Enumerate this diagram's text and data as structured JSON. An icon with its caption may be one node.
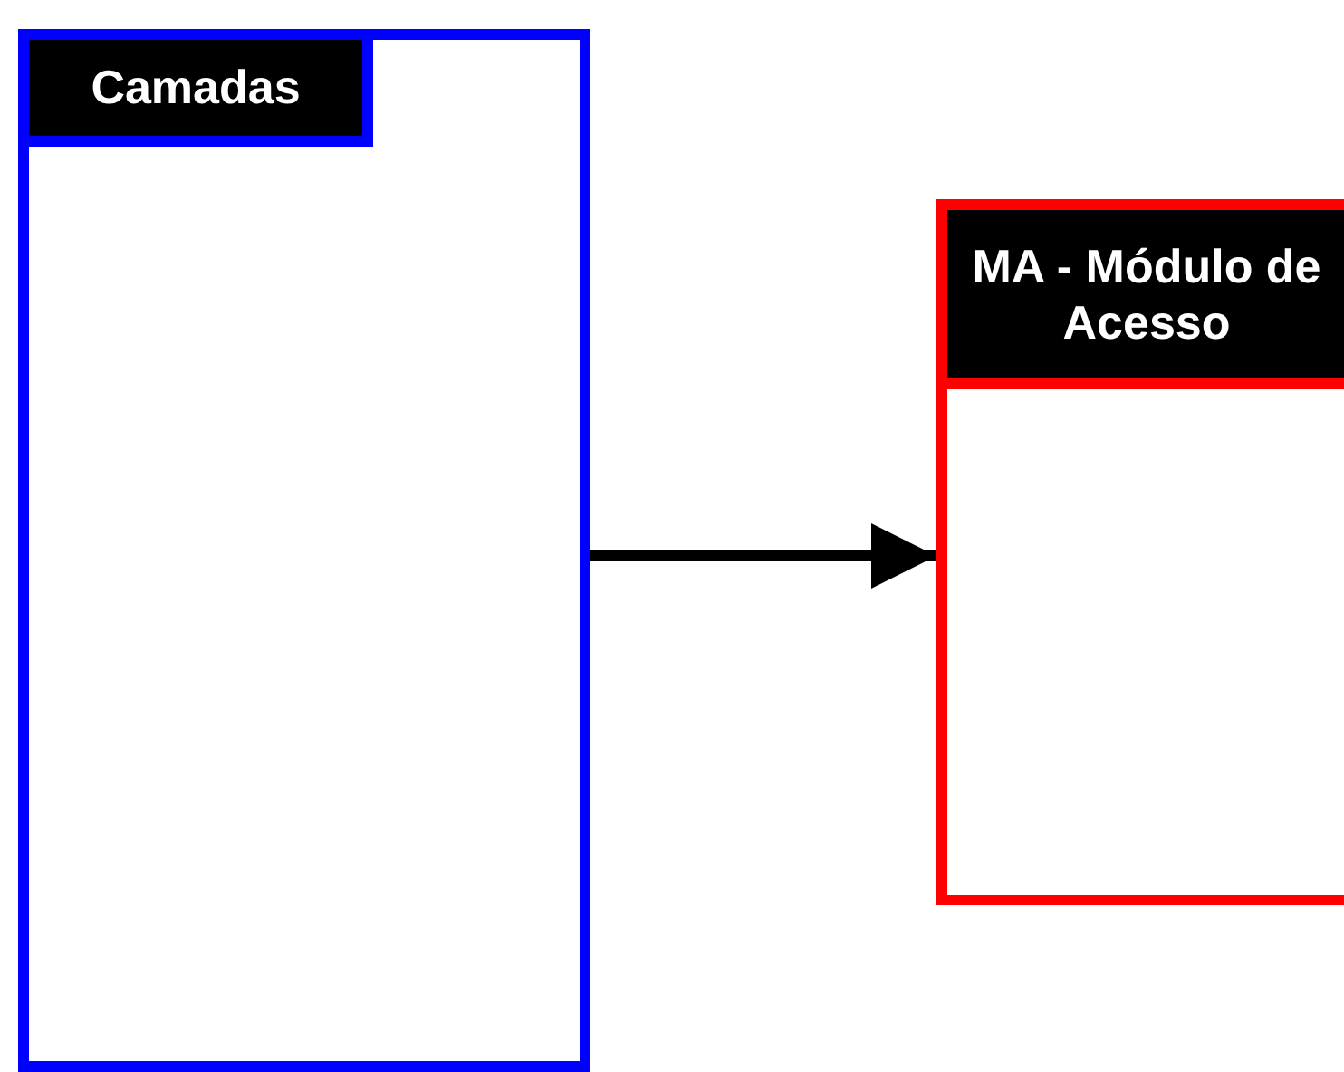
{
  "diagram": {
    "nodes": [
      {
        "text": [
          "Camadas"
        ]
      },
      {
        "text": [
          "MA - Módulo de Acesso"
        ]
      }
    ],
    "edges": [
      {
        "from": 0,
        "to": 1,
        "arrow": "to"
      }
    ]
  }
}
